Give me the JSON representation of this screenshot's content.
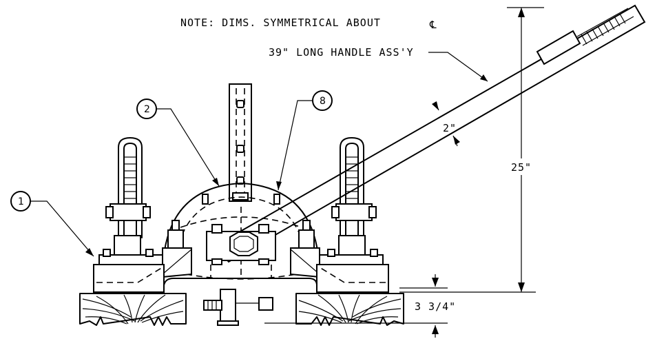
{
  "note": "NOTE: DIMS. SYMMETRICAL ABOUT",
  "centerline_symbol": "℄",
  "handle_label": "39\" LONG HANDLE ASS'Y",
  "dimensions": {
    "handle_width": "2\"",
    "overall_height": "25\"",
    "base_height": "3 3/4\""
  },
  "balloons": [
    {
      "id": "1",
      "text": "1"
    },
    {
      "id": "2",
      "text": "2"
    },
    {
      "id": "8",
      "text": "8"
    }
  ]
}
